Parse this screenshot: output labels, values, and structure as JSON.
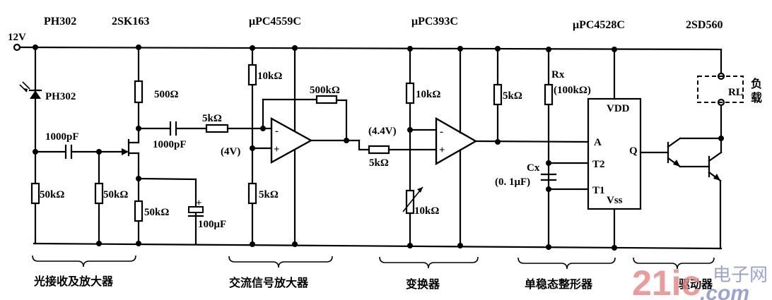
{
  "supply": {
    "label": "12V"
  },
  "part_headers": [
    {
      "id": "ph302",
      "text": "PH302"
    },
    {
      "id": "2sk163",
      "text": "2SK163"
    },
    {
      "id": "upc4559c",
      "text": "μPC4559C"
    },
    {
      "id": "upc393c",
      "text": "μPC393C"
    },
    {
      "id": "upc4528c",
      "text": "μPC4528C"
    },
    {
      "id": "2sd560",
      "text": "2SD560"
    }
  ],
  "components": {
    "photodiode": "PH302",
    "r_500": "500Ω",
    "c_in": "1000pF",
    "c_out": "1000pF",
    "r_50k_a": "50kΩ",
    "r_50k_b": "50kΩ",
    "r_50k_c": "50kΩ",
    "c_100u": "100μF",
    "cap_plus": "+",
    "r_5k_in": "5kΩ",
    "r_10k_div": "10kΩ",
    "v_4": "(4V)",
    "r_5k_div": "5kΩ",
    "r_500k_fb": "500kΩ",
    "r_5k_cmp": "5kΩ",
    "r_10k_ref": "10kΩ",
    "v_44": "(4.4V)",
    "vr_10k": "10kΩ",
    "r_5k_pull": "5kΩ",
    "rx_name": "Rx",
    "rx_val": "(100kΩ)",
    "cx_name": "Cx",
    "cx_val": "(0. 1μF)",
    "load_name": "RL",
    "load_cn_1": "负",
    "load_cn_2": "载"
  },
  "opamp_pins": {
    "minus": "-",
    "plus": "+"
  },
  "ic_pins": {
    "vdd": "VDD",
    "a": "A",
    "t2": "T2",
    "t1": "T1",
    "vss": "Vss",
    "q": "Q"
  },
  "sections": [
    {
      "id": "receiver",
      "label": "光接收及放大器"
    },
    {
      "id": "ac-amp",
      "label": "交流信号放大器"
    },
    {
      "id": "converter",
      "label": "变换器"
    },
    {
      "id": "monostable",
      "label": "单稳态整形器"
    },
    {
      "id": "driver",
      "label": "驱动器"
    }
  ],
  "watermark": {
    "num": "21ic",
    "cn": "电子网",
    "dom": ".com",
    "color_red": "#e88a8a",
    "color_blue": "#8c94c8"
  }
}
